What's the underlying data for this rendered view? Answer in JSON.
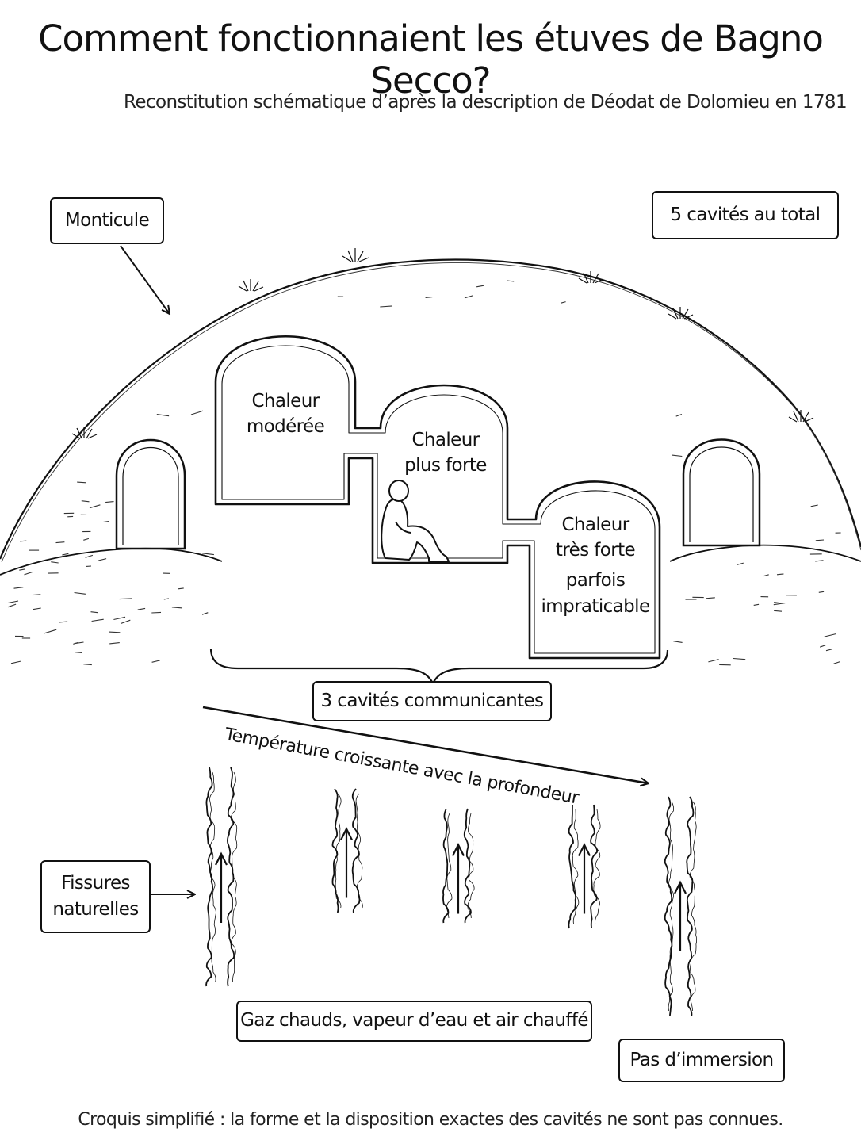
{
  "title": "Comment fonctionnaient les étuves de Bagno Secco?",
  "subtitle": "Reconstitution schématique d’après la description de Déodat de Dolomieu en 1781",
  "callouts": {
    "monticule": "Monticule",
    "total": "5 cavités au total",
    "communicating": "3 cavités communicantes",
    "fissures": [
      "Fissures",
      "naturelles"
    ],
    "gases": "Gaz chauds, vapeur d’eau et air chauffé",
    "no_immersion": "Pas d’immersion"
  },
  "cavities": {
    "moderate": [
      "Chaleur",
      "modérée"
    ],
    "stronger": [
      "Chaleur",
      "plus forte"
    ],
    "very_strong": [
      "Chaleur",
      "très forte",
      "parfois",
      "impraticable"
    ]
  },
  "temperature_arrow": "Température croissante avec la profondeur",
  "footnote": "Croquis simplifié : la forme et la disposition exactes des cavités ne sont pas connues.",
  "colors": {
    "ink": "#111111",
    "background": "#ffffff"
  }
}
